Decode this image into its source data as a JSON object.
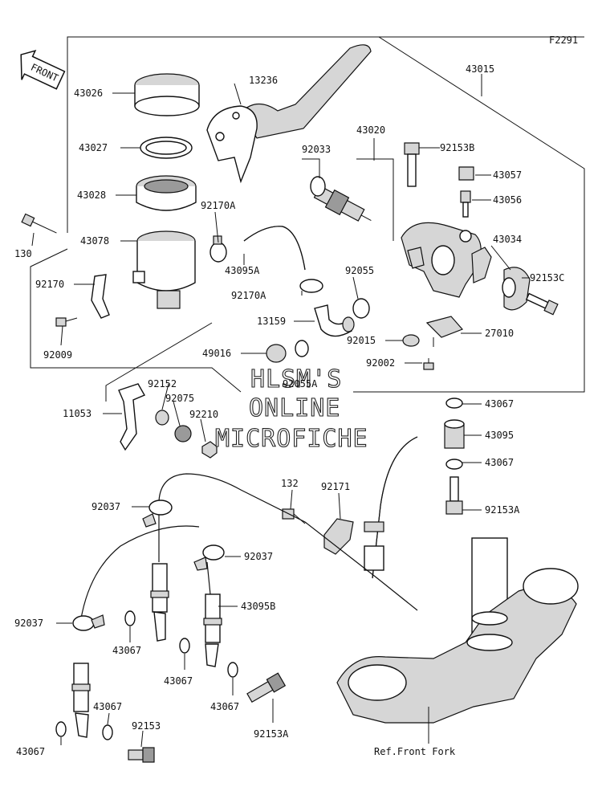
{
  "figure_code": "F2291",
  "front_arrow": "FRONT",
  "ref_note": "Ref.Front Fork",
  "watermark": {
    "line1": "HLSM'S",
    "line2": "ONLINE",
    "line3": "MICROFICHE"
  },
  "callouts": {
    "c43026": "43026",
    "c43027": "43027",
    "c43028": "43028",
    "c43078": "43078",
    "c130": "130",
    "c92170": "92170",
    "c92009": "92009",
    "c13236": "13236",
    "c43015": "43015",
    "c43020": "43020",
    "c92033": "92033",
    "c92153b": "92153B",
    "c43057": "43057",
    "c43056": "43056",
    "c92170a_top": "92170A",
    "c43095a": "43095A",
    "c92170a_mid": "92170A",
    "c92055": "92055",
    "c43034": "43034",
    "c92153c": "92153C",
    "c13159": "13159",
    "c49016": "49016",
    "c92055a": "92055A",
    "c92015": "92015",
    "c27010": "27010",
    "c92002": "92002",
    "c43067_a": "43067",
    "c92152": "92152",
    "c92075": "92075",
    "c11053": "11053",
    "c92210": "92210",
    "c43095": "43095",
    "c43067_b": "43067",
    "c132": "132",
    "c92171": "92171",
    "c92153a_r": "92153A",
    "c92037_a": "92037",
    "c92037_b": "92037",
    "c43095b": "43095B",
    "c92037_c": "92037",
    "c43067_c": "43067",
    "c43067_d": "43067",
    "c43067_e": "43067",
    "c43067_f": "43067",
    "c43067_g": "43067",
    "c92153": "92153",
    "c92153a_b": "92153A"
  }
}
